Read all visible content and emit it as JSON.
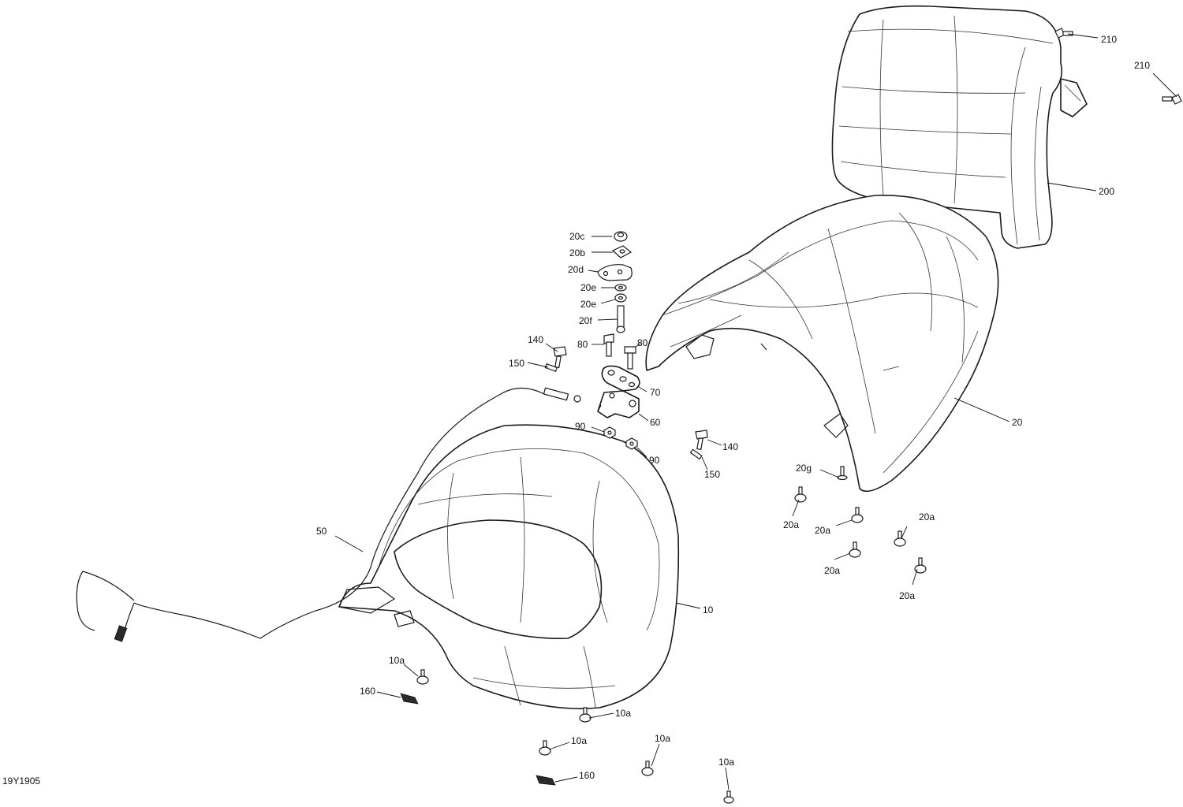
{
  "diagram": {
    "code": "19Y1905",
    "parts": {
      "seat_driver": "10",
      "seat_passenger": "20",
      "backrest": "200",
      "cable": "50",
      "bracket_base": "60",
      "bracket_plate": "70",
      "bolt_80": "80",
      "nut_90": "90",
      "screw_140": "140",
      "pin_150": "150",
      "clip_160": "160",
      "screw_210": "210",
      "bumper_10a": "10a",
      "nut_20c": "20c",
      "spacer_20b": "20b",
      "plate_20d": "20d",
      "washer_20e": "20e",
      "pin_20f": "20f",
      "stud_20g": "20g",
      "bumper_20a": "20a"
    }
  }
}
